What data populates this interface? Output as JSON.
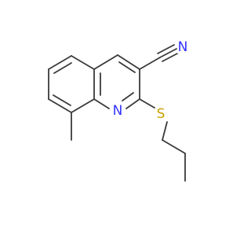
{
  "molecule": {
    "atoms": [
      {
        "id": "C2",
        "label": ""
      },
      {
        "id": "N1",
        "label": "N",
        "color": "#3333ff"
      },
      {
        "id": "C8a",
        "label": ""
      },
      {
        "id": "C8",
        "label": ""
      },
      {
        "id": "C7",
        "label": ""
      },
      {
        "id": "C6",
        "label": ""
      },
      {
        "id": "C5",
        "label": ""
      },
      {
        "id": "C4a",
        "label": ""
      },
      {
        "id": "C4",
        "label": ""
      },
      {
        "id": "C3",
        "label": ""
      },
      {
        "id": "CN_C",
        "label": ""
      },
      {
        "id": "CN_N",
        "label": "N",
        "color": "#3333ff"
      },
      {
        "id": "S",
        "label": "S",
        "color": "#c8a000"
      },
      {
        "id": "Pr1",
        "label": ""
      },
      {
        "id": "Pr2",
        "label": ""
      },
      {
        "id": "Pr3",
        "label": ""
      },
      {
        "id": "Me",
        "label": ""
      }
    ],
    "bond_color": "#3a3a3a"
  }
}
